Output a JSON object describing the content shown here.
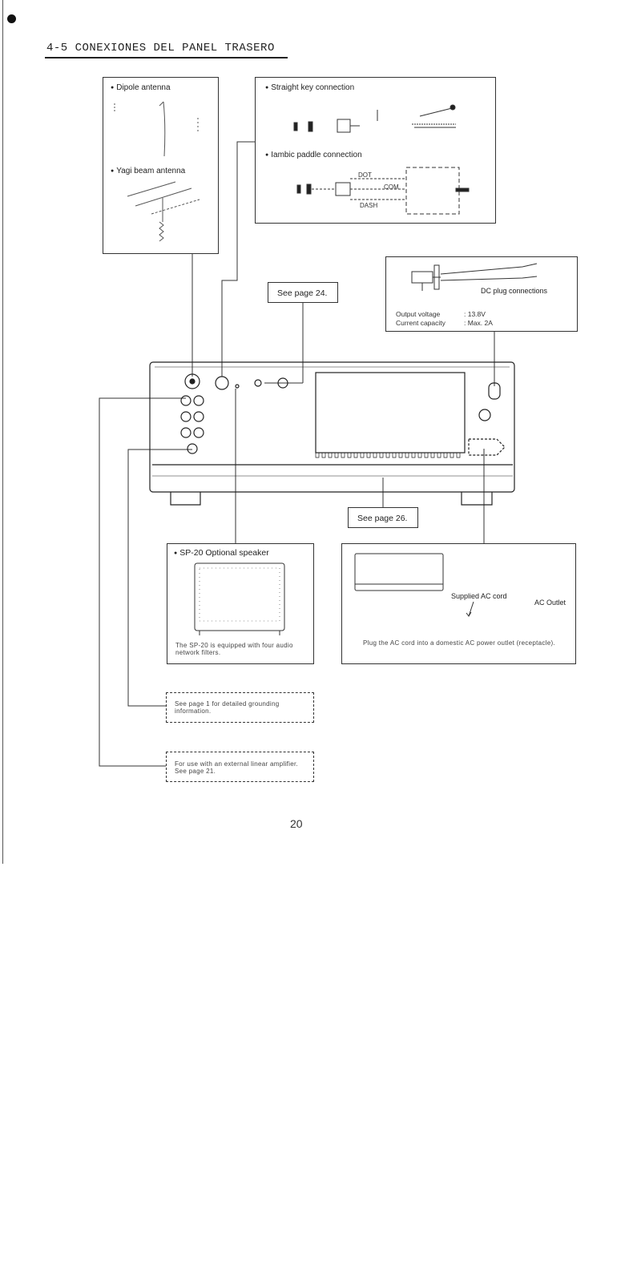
{
  "page": {
    "title": "4-5 CONEXIONES DEL PANEL TRASERO",
    "page_number": "20"
  },
  "antenna_box": {
    "dipole": "Dipole antenna",
    "yagi": "Yagi beam antenna"
  },
  "key_box": {
    "straight": "Straight key connection",
    "iambic": "Iambic paddle connection",
    "dot": "DOT",
    "com": "COM",
    "dash": "DASH"
  },
  "refs": {
    "page24": "See page 24.",
    "page26": "See page 26."
  },
  "dc_box": {
    "plug": "DC plug connections",
    "voltage_label": "Output voltage",
    "voltage_value": ": 13.8V",
    "current_label": "Current capacity",
    "current_value": ": Max. 2A"
  },
  "speaker_box": {
    "title": "SP-20 Optional speaker",
    "text": "The SP-20 is equipped with four audio network filters."
  },
  "ac_box": {
    "cord": "Supplied AC cord",
    "outlet": "AC Outlet",
    "text": "Plug the AC cord into a domestic AC power outlet (receptacle)."
  },
  "notes": {
    "ground": "See page 1 for detailed grounding information.",
    "amp": "For use with an external linear amplifier. See page 21."
  }
}
